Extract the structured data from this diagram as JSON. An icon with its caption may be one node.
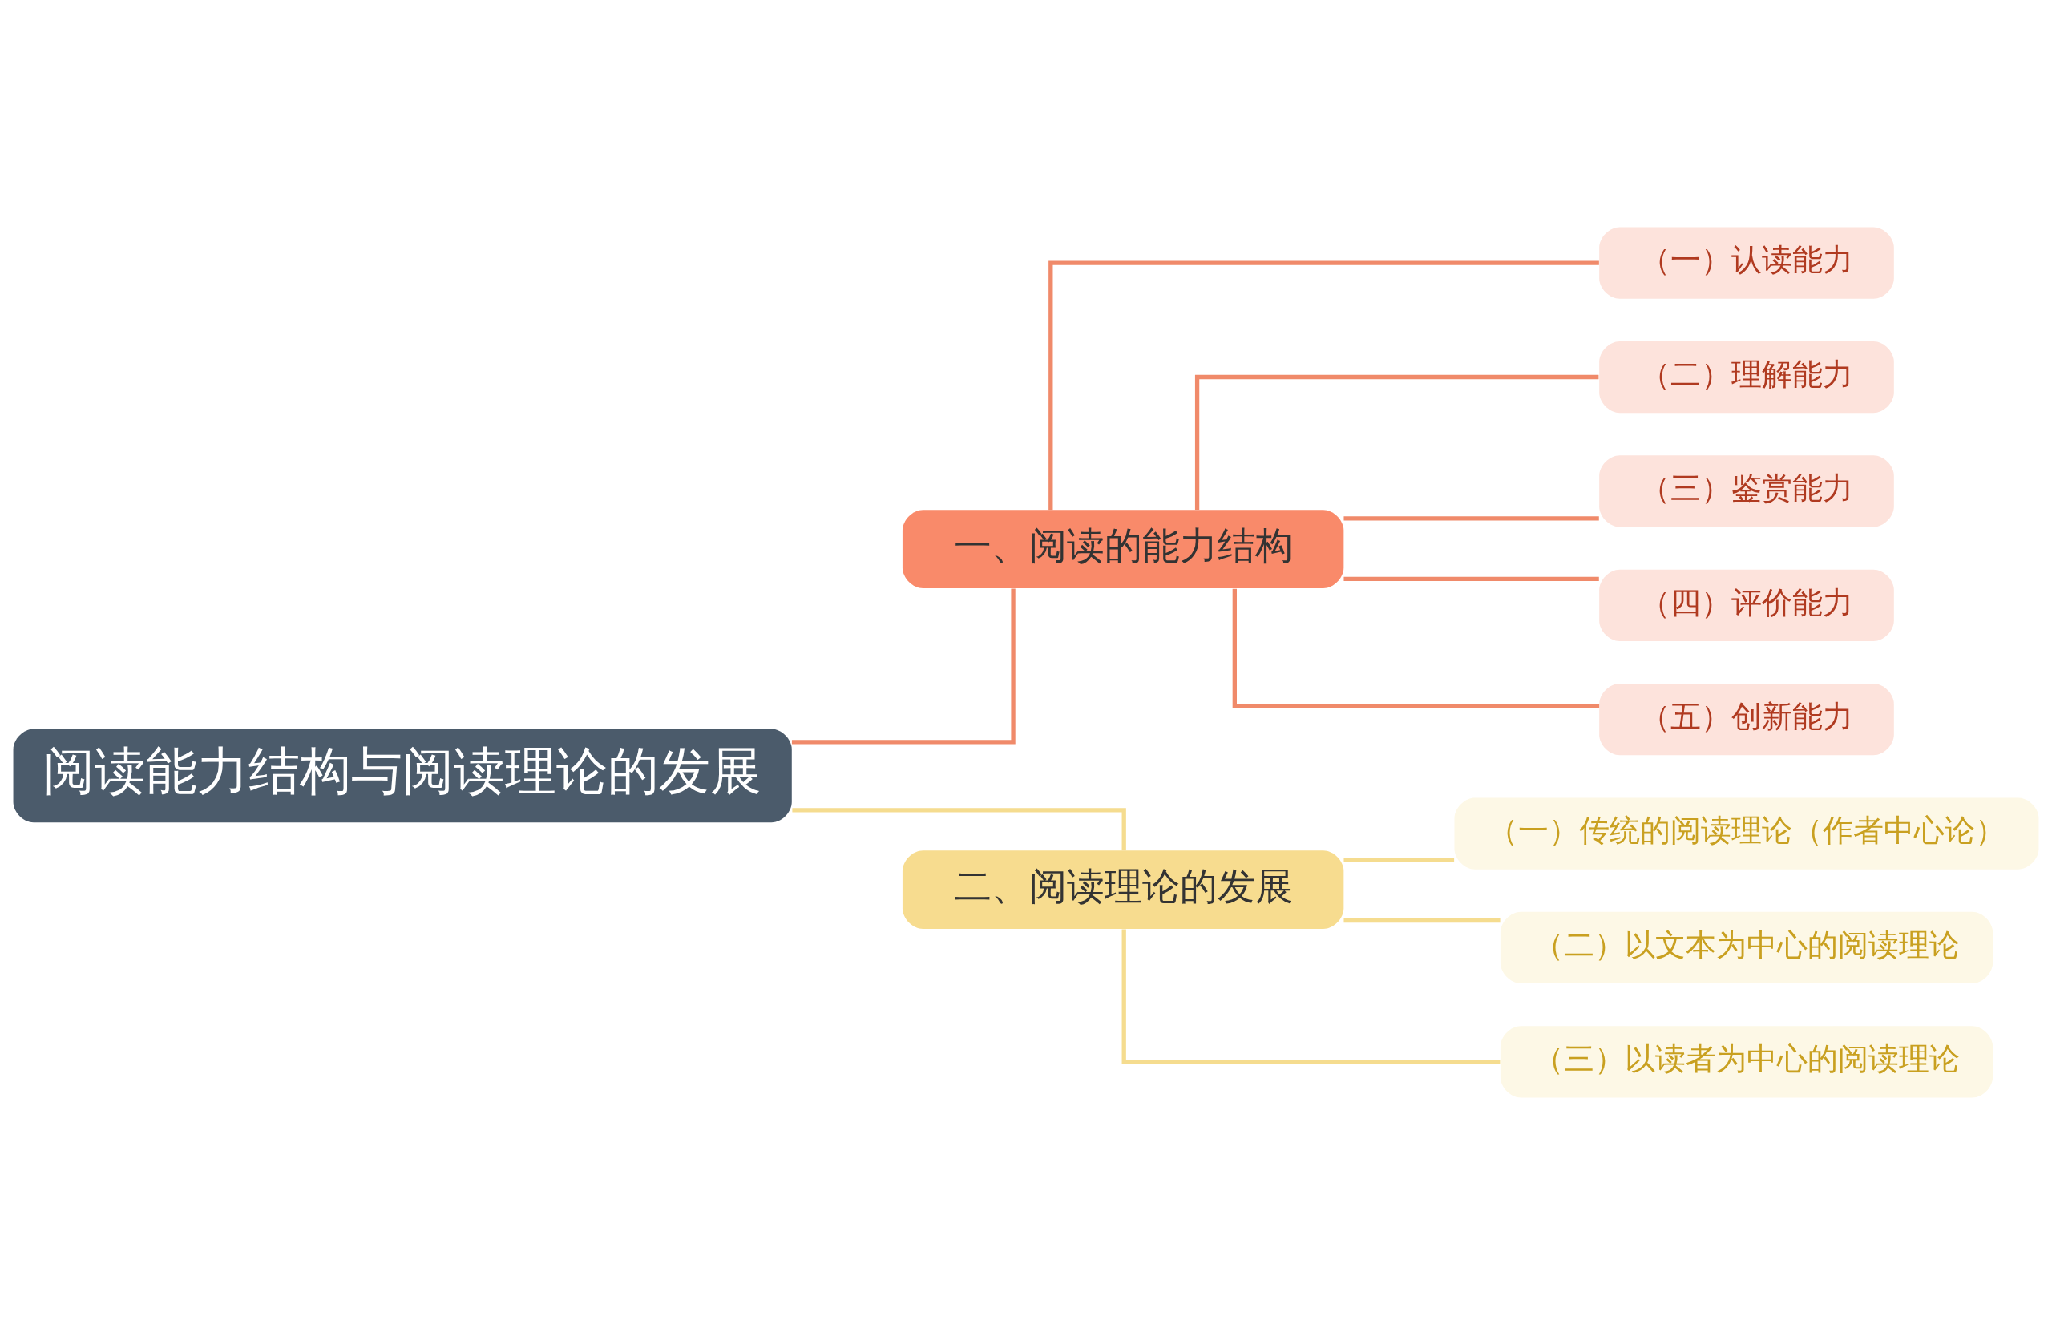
{
  "diagram": {
    "nodes": [
      {
        "text": [
          "阅读能力结构与阅读理论的发展"
        ]
      },
      {
        "text": [
          "一、阅读的能力结构"
        ]
      },
      {
        "text": [
          "（一）认读能力"
        ]
      },
      {
        "text": [
          "（二）理解能力"
        ]
      },
      {
        "text": [
          "（三）鉴赏能力"
        ]
      },
      {
        "text": [
          "（四）评价能力"
        ]
      },
      {
        "text": [
          "（五）创新能力"
        ]
      },
      {
        "text": [
          "二、阅读理论的发展"
        ]
      },
      {
        "text": [
          "（一）传统的阅读理论（作者中心论）"
        ]
      },
      {
        "text": [
          "（二）以文本为中心的阅读理论"
        ]
      },
      {
        "text": [
          "（三）以读者为中心的阅读理论"
        ]
      }
    ],
    "edges": [
      {
        "from": 0,
        "to": 1,
        "arrow": "none"
      },
      {
        "from": 1,
        "to": 2,
        "arrow": "none"
      },
      {
        "from": 1,
        "to": 3,
        "arrow": "none"
      },
      {
        "from": 1,
        "to": 4,
        "arrow": "none"
      },
      {
        "from": 1,
        "to": 5,
        "arrow": "none"
      },
      {
        "from": 1,
        "to": 6,
        "arrow": "none"
      },
      {
        "from": 0,
        "to": 7,
        "arrow": "none",
        "color": "#f5dc8f"
      },
      {
        "from": 7,
        "to": 8,
        "arrow": "none",
        "color": "#f5dc8f"
      },
      {
        "from": 7,
        "to": 9,
        "arrow": "none",
        "color": "#f5dc8f"
      },
      {
        "from": 7,
        "to": 10,
        "arrow": "none",
        "color": "#f5dc8f"
      }
    ]
  }
}
